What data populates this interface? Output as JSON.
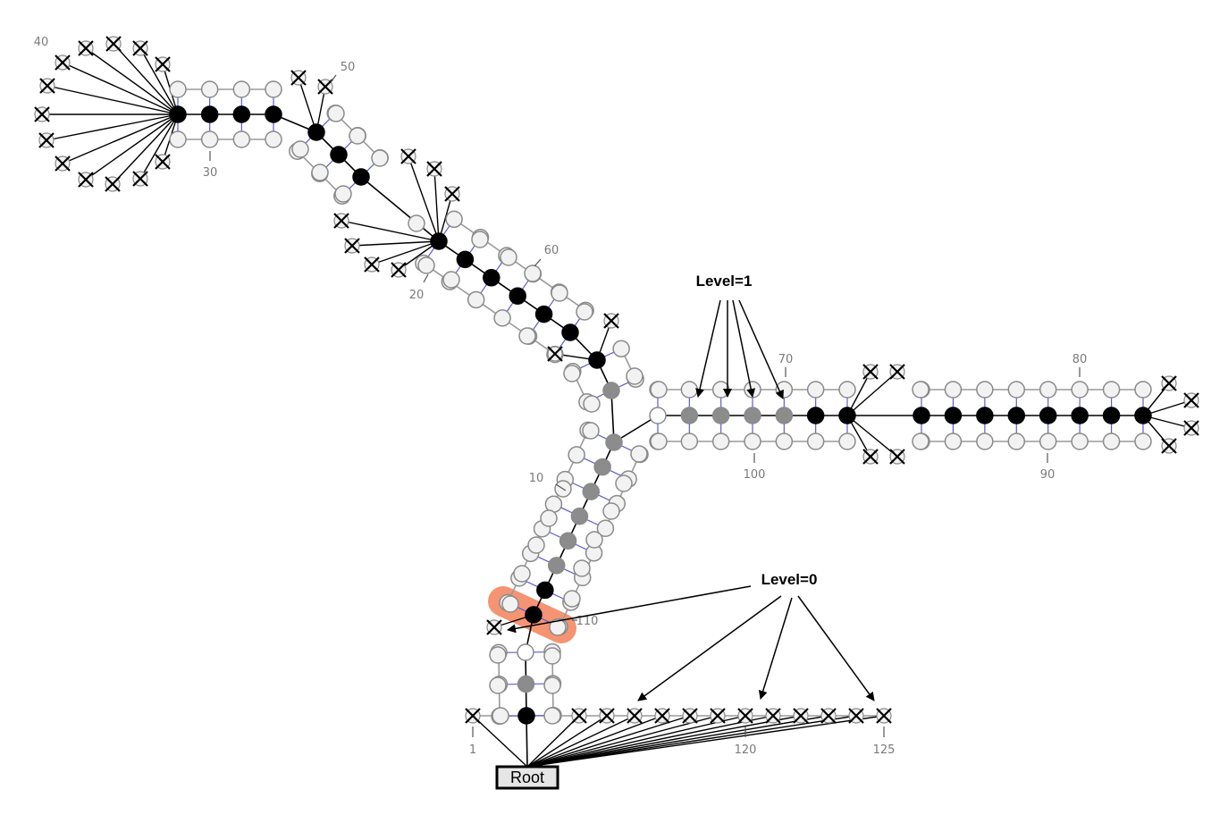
{
  "diagram": {
    "position_labels": [
      "1",
      "10",
      "20",
      "30",
      "40",
      "50",
      "60",
      "70",
      "80",
      "90",
      "100",
      "110",
      "120",
      "125"
    ],
    "level_labels": [
      "Level=1",
      "Level=0"
    ],
    "root_label": "Root",
    "colors": {
      "level0_node": "#000000",
      "level1_node": "#8c8c8c",
      "open_node": "#ffffff",
      "unpaired_node": "#f2f2f2",
      "node_stroke": "#8a8a8a",
      "backbone": "#9a9a9a",
      "base_pair": "#5b5bd6",
      "tree_edge": "#000000",
      "highlight": "#f4825a"
    },
    "legend_icons": [
      "leaf-cross-icon",
      "arrow-icon"
    ]
  }
}
